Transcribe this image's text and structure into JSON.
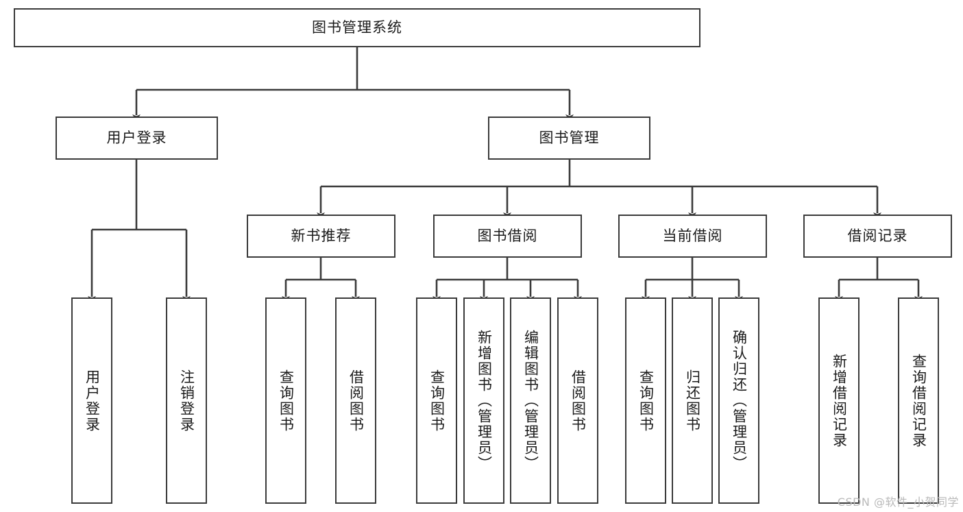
{
  "diagram": {
    "title_node": {
      "label": "图书管理系统"
    },
    "level2": [
      {
        "id": "user-login",
        "label": "用户登录"
      },
      {
        "id": "book-manage",
        "label": "图书管理"
      }
    ],
    "level3": [
      {
        "id": "new-book-recommend",
        "label": "新书推荐"
      },
      {
        "id": "book-borrow",
        "label": "图书借阅"
      },
      {
        "id": "current-borrow",
        "label": "当前借阅"
      },
      {
        "id": "borrow-record",
        "label": "借阅记录"
      }
    ],
    "leaves": [
      {
        "id": "leaf-user-login",
        "label": "用户登录"
      },
      {
        "id": "leaf-logout",
        "label": "注销登录"
      },
      {
        "id": "leaf-query-book-1",
        "label": "查询图书"
      },
      {
        "id": "leaf-borrow-book-1",
        "label": "借阅图书"
      },
      {
        "id": "leaf-query-book-2",
        "label": "查询图书"
      },
      {
        "id": "leaf-add-book",
        "label": "新增图书（管理员）"
      },
      {
        "id": "leaf-edit-book",
        "label": "编辑图书（管理员）"
      },
      {
        "id": "leaf-borrow-book-2",
        "label": "借阅图书"
      },
      {
        "id": "leaf-query-book-3",
        "label": "查询图书"
      },
      {
        "id": "leaf-return-book",
        "label": "归还图书"
      },
      {
        "id": "leaf-confirm-return",
        "label": "确认归还（管理员）"
      },
      {
        "id": "leaf-add-record",
        "label": "新增借阅记录"
      },
      {
        "id": "leaf-query-record",
        "label": "查询借阅记录"
      }
    ],
    "watermark": "CSDN @软件_小贺同学",
    "colors": {
      "border": "#3a3a3a",
      "edge": "#3a3a3a",
      "background": "#ffffff",
      "text": "#1a1a1a",
      "watermark": "#b9b9b9"
    }
  }
}
